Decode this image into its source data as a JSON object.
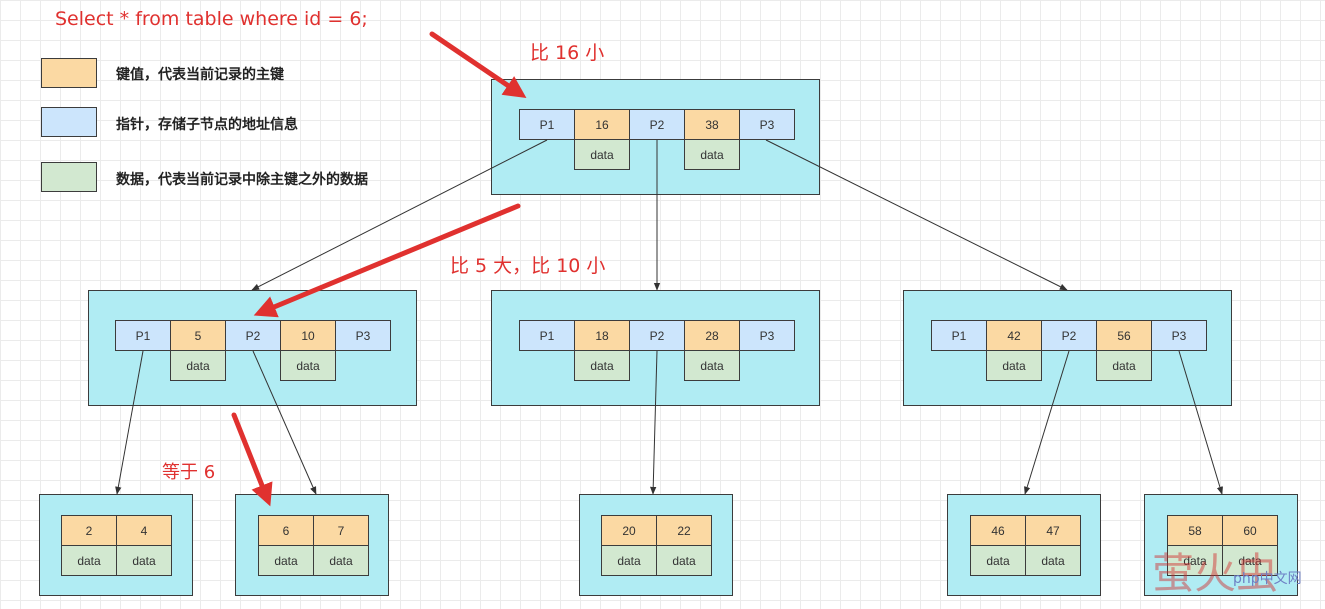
{
  "query": "Select * from table where id = 6;",
  "legend": [
    {
      "label": "键值，代表当前记录的主键",
      "color": "#fbd9a3"
    },
    {
      "label": "指针，存储子节点的地址信息",
      "color": "#cce5fc"
    },
    {
      "label": "数据，代表当前记录中除主键之外的数据",
      "color": "#d2e8d0"
    }
  ],
  "annotations": {
    "root": "比 16 小",
    "level2": "比 5 大，比 10 小",
    "leaf": "等于 6"
  },
  "nodes": {
    "root": {
      "cells": [
        "P1",
        "16",
        "P2",
        "38",
        "P3"
      ],
      "data": [
        "data",
        "data"
      ]
    },
    "mid_left": {
      "cells": [
        "P1",
        "5",
        "P2",
        "10",
        "P3"
      ],
      "data": [
        "data",
        "data"
      ]
    },
    "mid_center": {
      "cells": [
        "P1",
        "18",
        "P2",
        "28",
        "P3"
      ],
      "data": [
        "data",
        "data"
      ]
    },
    "mid_right": {
      "cells": [
        "P1",
        "42",
        "P2",
        "56",
        "P3"
      ],
      "data": [
        "data",
        "data"
      ]
    },
    "leaves": [
      {
        "keys": [
          "2",
          "4"
        ],
        "data": [
          "data",
          "data"
        ]
      },
      {
        "keys": [
          "6",
          "7"
        ],
        "data": [
          "data",
          "data"
        ]
      },
      {
        "keys": [
          "20",
          "22"
        ],
        "data": [
          "data",
          "data"
        ]
      },
      {
        "keys": [
          "46",
          "47"
        ],
        "data": [
          "data",
          "data"
        ]
      },
      {
        "keys": [
          "58",
          "60"
        ],
        "data": [
          "data",
          "data"
        ]
      }
    ]
  },
  "watermark": {
    "mark": "萤火虫",
    "site": "php中文网"
  },
  "colors": {
    "key": "#fbd9a3",
    "pointer": "#cce5fc",
    "data": "#d2e8d0",
    "node": "#b0ecf3",
    "highlight": "#e0312f"
  }
}
